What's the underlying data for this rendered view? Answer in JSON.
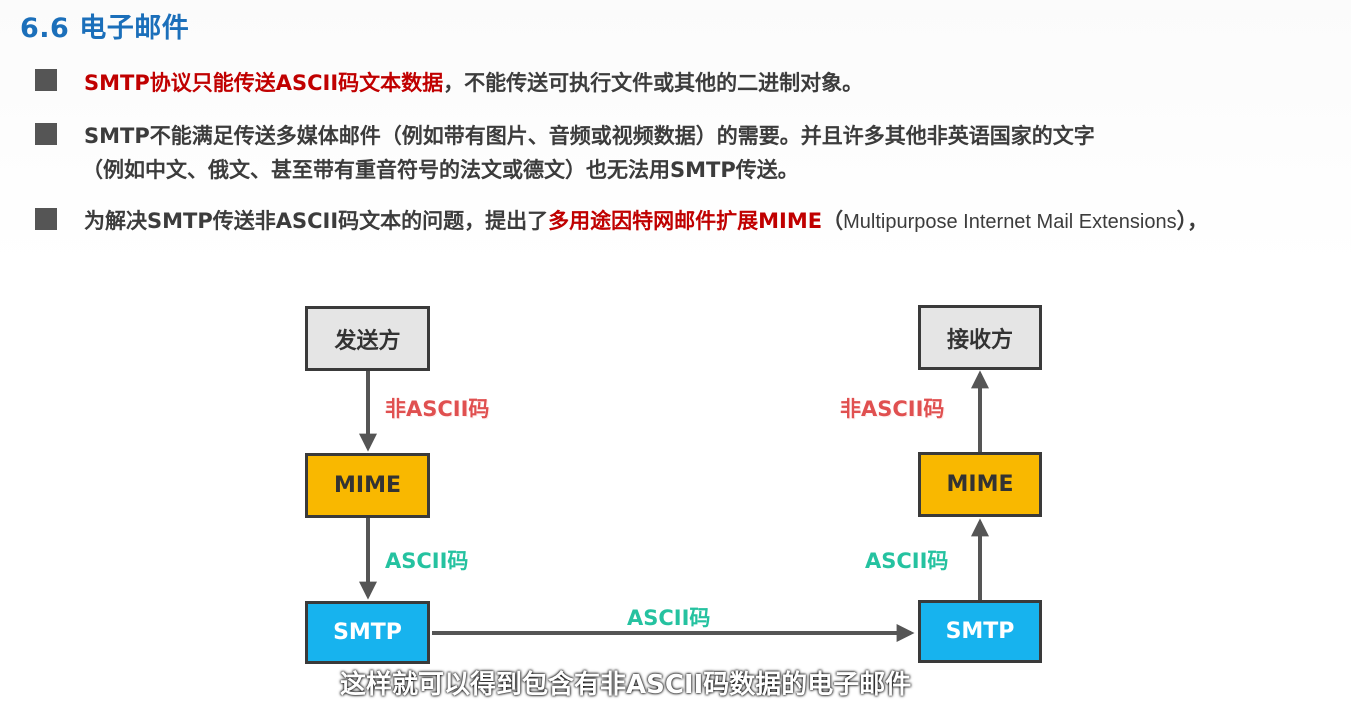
{
  "slide": {
    "title": "6.6 电子邮件",
    "bullets": [
      {
        "highlight": "SMTP协议只能传送ASCII码文本数据",
        "rest": "，不能传送可执行文件或其他的二进制对象。"
      },
      {
        "line1": "SMTP不能满足传送多媒体邮件（例如带有图片、音频或视频数据）的需要。并且许多其他非英语国家的文字",
        "line2": "（例如中文、俄文、甚至带有重音符号的法文或德文）也无法用SMTP传送。"
      },
      {
        "prefix": "为解决SMTP传送非ASCII码文本的问题，提出了",
        "highlight": "多用途因特网邮件扩展MIME",
        "paren_open": "（",
        "expansion": "Multipurpose Internet Mail Extensions",
        "suffix": "），"
      }
    ]
  },
  "diagram": {
    "sender": "发送方",
    "receiver": "接收方",
    "mime_left": "MIME",
    "mime_right": "MIME",
    "smtp_left": "SMTP",
    "smtp_right": "SMTP",
    "label_non_ascii_left": "非ASCII码",
    "label_non_ascii_right": "非ASCII码",
    "label_ascii_left": "ASCII码",
    "label_ascii_right": "ASCII码",
    "label_ascii_middle": "ASCII码"
  },
  "caption": "这样就可以得到包含有非ASCII码数据的电子邮件",
  "colors": {
    "title": "#1b6fba",
    "highlight": "#c00000",
    "mime_box": "#f9b800",
    "smtp_box": "#17b3ee",
    "endpoint_box": "#e5e5e5",
    "label_red": "#e05050",
    "label_teal": "#25c2a0"
  }
}
